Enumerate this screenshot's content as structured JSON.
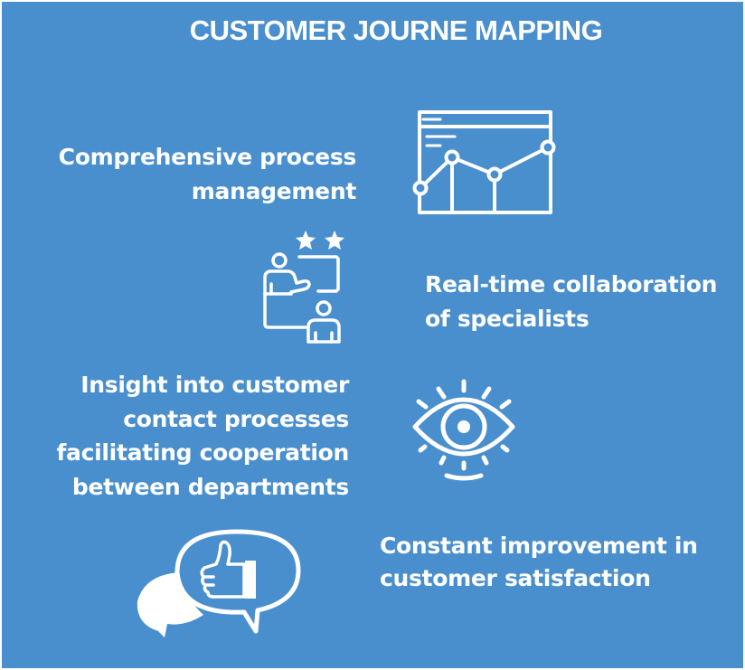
{
  "title": "CUSTOMER JOURNE MAPPING",
  "colors": {
    "background": "#4a8fcd",
    "foreground": "#ffffff",
    "border": "#ffffff"
  },
  "items": [
    {
      "lines": [
        "Comprehensive process",
        "management"
      ],
      "icon": "line-chart-window-icon",
      "align": "right"
    },
    {
      "lines": [
        "Real-time collaboration",
        "of specialists"
      ],
      "icon": "presenter-audience-rating-icon",
      "align": "left"
    },
    {
      "lines": [
        "Insight into customer",
        "contact processes",
        "facilitating cooperation",
        "between departments"
      ],
      "icon": "eye-icon",
      "align": "right"
    },
    {
      "lines": [
        "Constant improvement in",
        "customer satisfaction"
      ],
      "icon": "thumbs-up-speech-bubble-icon",
      "align": "left"
    }
  ]
}
